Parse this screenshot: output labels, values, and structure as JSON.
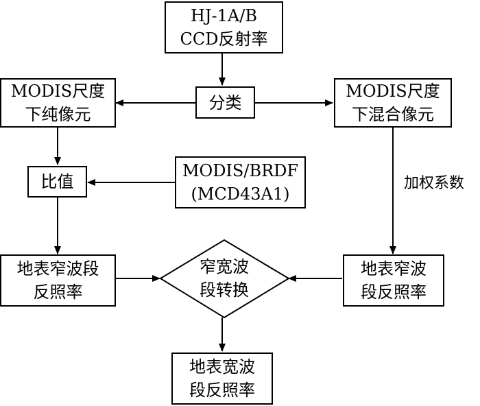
{
  "nodes": {
    "hj_ccd": {
      "line1": "HJ-1A/B",
      "line2": "CCD反射率"
    },
    "classify": {
      "text": "分类"
    },
    "modis_pure": {
      "line1": "MODIS尺度",
      "line2": "下纯像元"
    },
    "modis_mixed": {
      "line1": "MODIS尺度",
      "line2": "下混合像元"
    },
    "ratio": {
      "text": "比值"
    },
    "modis_brdf": {
      "line1": "MODIS/BRDF",
      "line2": "(MCD43A1)"
    },
    "nb_left": {
      "line1": "地表窄波段",
      "line2": "反照率"
    },
    "nb_right": {
      "line1": "地表窄波",
      "line2": "段反照率"
    },
    "conversion": {
      "line1": "窄宽波",
      "line2": "段转换"
    },
    "bb_albedo": {
      "line1": "地表宽波",
      "line2": "段反照率"
    }
  },
  "edge_labels": {
    "weighting": "加权系数"
  },
  "colors": {
    "stroke": "#000000",
    "background": "#ffffff"
  }
}
